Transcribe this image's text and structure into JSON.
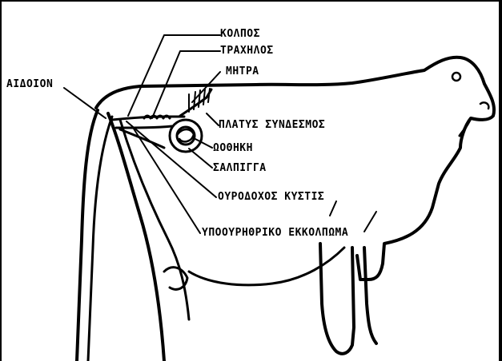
{
  "labels": {
    "kolpos": "ΚΟΛΠΟΣ",
    "trachilos": "ΤΡΑΧΗΛΟΣ",
    "mitra": "ΜΗΤΡΑ",
    "aidoion": "ΑΙΔΟΙΟΝ",
    "platys_syndesmos": "ΠΛΑΤΥΣ ΣΥΝΔΕΣΜΟΣ",
    "oothiki": "ΩΟΘΗΚΗ",
    "salpigga": "ΣΑΛΠΙΓΓΑ",
    "ourodochos_kystis": "ΟΥΡΟΔΟΧΟΣ ΚΥΣΤΙΣ",
    "ypoourithriko_ekkolpoma": "ΥΠΟΟΥΡΗΘΡΙΚΟ ΕΚΚΟΛΠΩΜΑ"
  }
}
